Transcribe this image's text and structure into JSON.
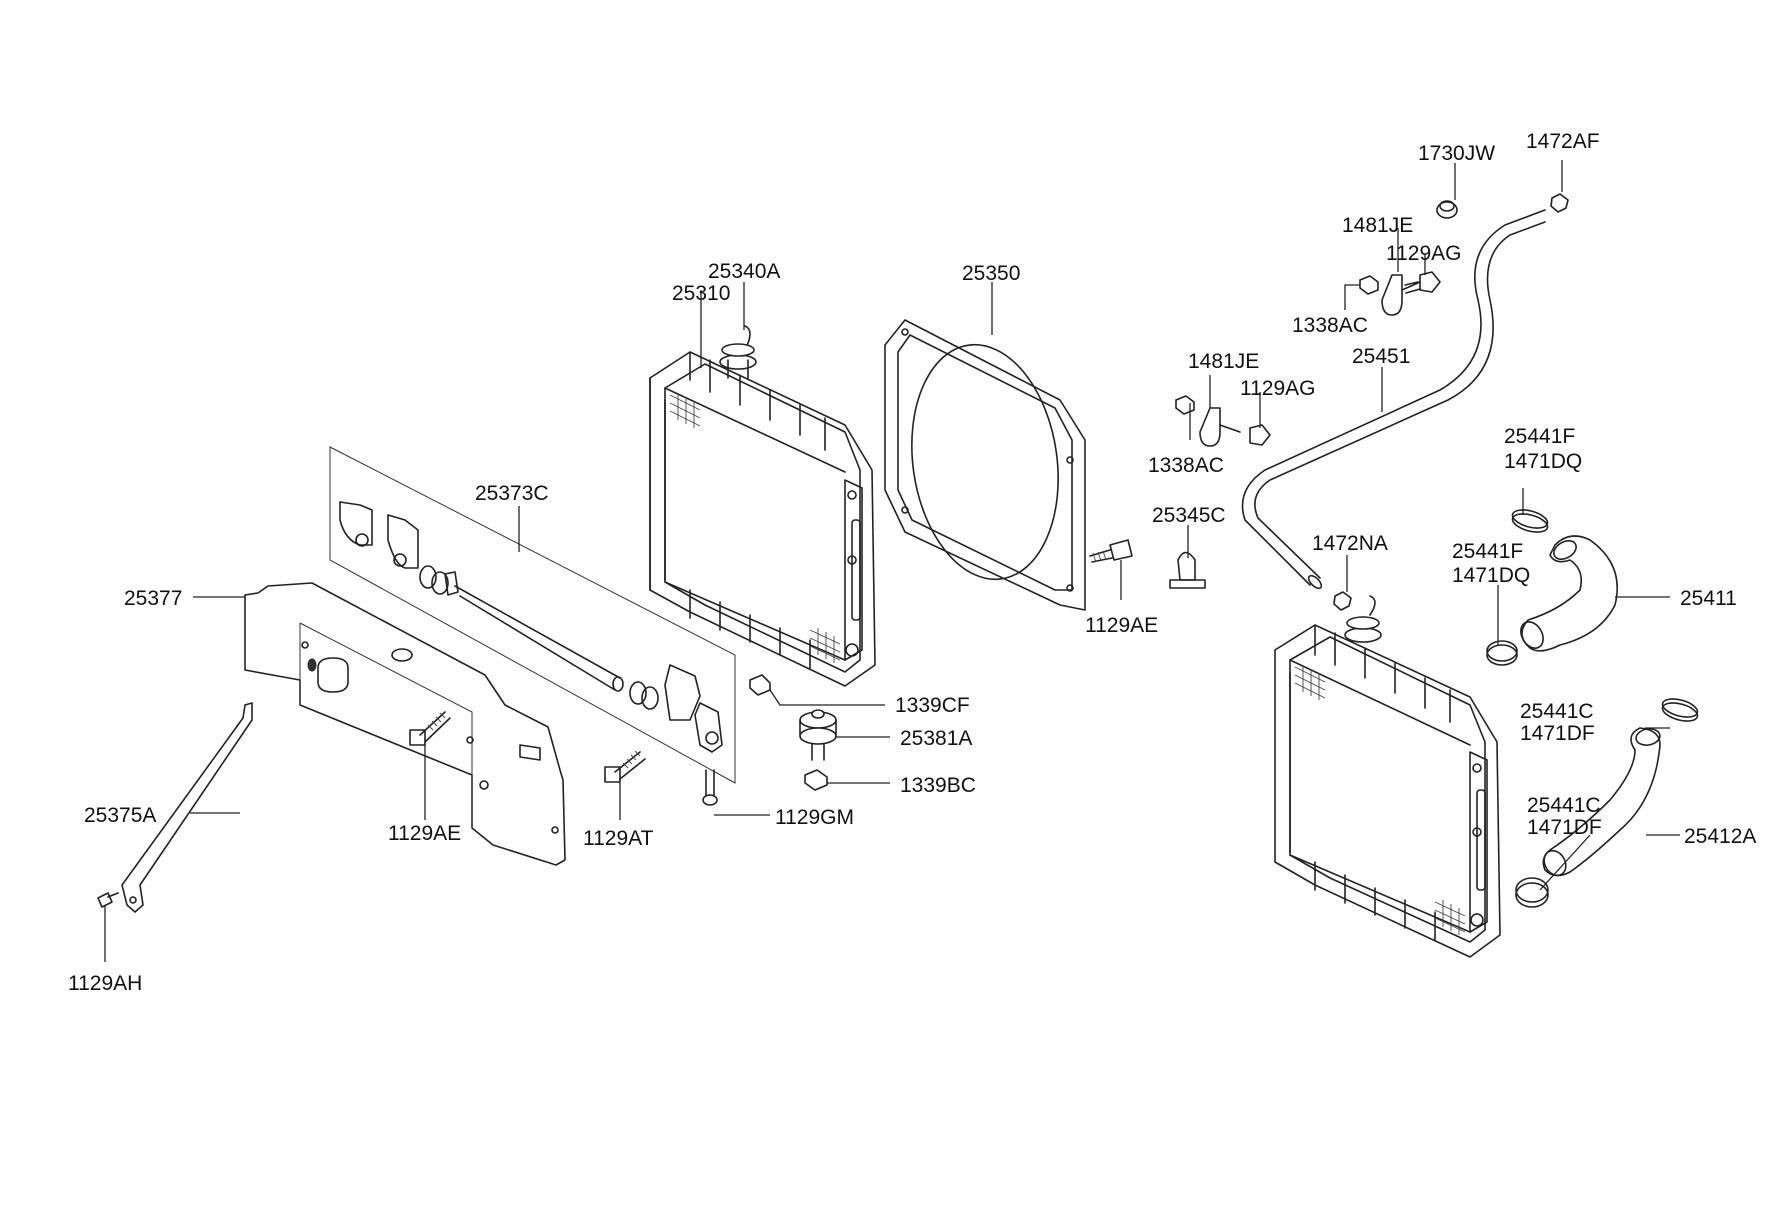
{
  "labels": {
    "p1730JW": "1730JW",
    "p1472AF": "1472AF",
    "p1481JE_top": "1481JE",
    "p1129AG_top": "1129AG",
    "p1338AC_top": "1338AC",
    "p25340A": "25340A",
    "p25310": "25310",
    "p25350": "25350",
    "p25451": "25451",
    "p1481JE_mid": "1481JE",
    "p1129AG_mid": "1129AG",
    "p1338AC_mid": "1338AC",
    "p25441F_a": "25441F",
    "p1471DQ_a": "1471DQ",
    "p25373C": "25373C",
    "p25345C": "25345C",
    "p1472NA": "1472NA",
    "p25441F_b": "25441F",
    "p1471DQ_b": "1471DQ",
    "p25377": "25377",
    "p1129AE_right": "1129AE",
    "p25411": "25411",
    "p1339CF": "1339CF",
    "p25441C_a": "25441C",
    "p1471DF_a": "1471DF",
    "p25381A": "25381A",
    "p1339BC": "1339BC",
    "p25375A": "25375A",
    "p1129GM": "1129GM",
    "p1129AE_left": "1129AE",
    "p1129AT": "1129AT",
    "p25441C_b": "25441C",
    "p1471DF_b": "1471DF",
    "p25412A": "25412A",
    "p1129AH": "1129AH"
  }
}
